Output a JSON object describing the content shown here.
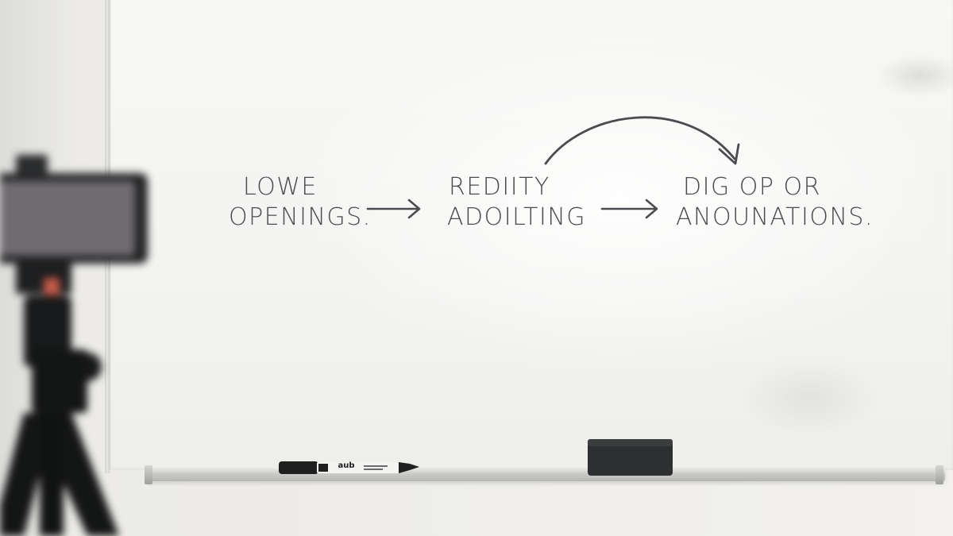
{
  "whiteboard": {
    "step_1": {
      "line_1": "LOWE",
      "line_2": "OPENINGS."
    },
    "step_2": {
      "line_1": "REDIITY",
      "line_2": "ADOILTING"
    },
    "step_3": {
      "line_1": "DIG OP OR",
      "line_2": "ANOUNATIONS."
    }
  },
  "marker": {
    "label": "aub"
  },
  "colors": {
    "ink": "#4a4c4f",
    "board": "#f5f5f3",
    "wall": "#eceae6",
    "tray": "#c9c9c6",
    "eraser": "#2e2f30",
    "marker_body": "#1f1f1f"
  },
  "icons": {
    "arrow_1": "right-arrow",
    "arrow_2": "right-arrow",
    "curved_arrow": "curved-arrow",
    "eraser": "whiteboard-eraser",
    "marker": "dry-erase-marker",
    "camera": "smartphone-on-tripod"
  }
}
